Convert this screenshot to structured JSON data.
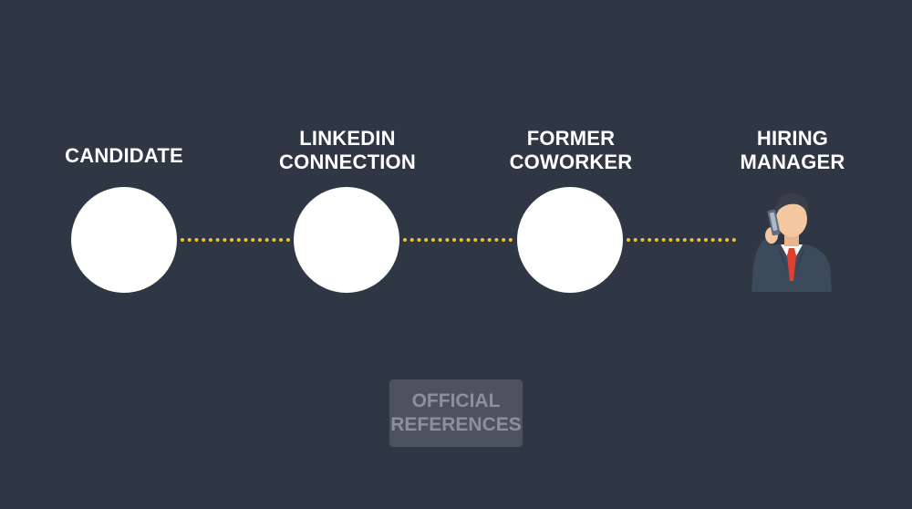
{
  "nodes": [
    {
      "lines": [
        "CANDIDATE"
      ]
    },
    {
      "lines": [
        "LINKEDIN",
        "CONNECTION"
      ]
    },
    {
      "lines": [
        "FORMER",
        "COWORKER"
      ]
    },
    {
      "lines": [
        "HIRING",
        "MANAGER"
      ],
      "icon": "businessman-phone-icon"
    }
  ],
  "badge": {
    "lines": [
      "OFFICIAL",
      "REFERENCES"
    ]
  },
  "colors": {
    "background": "#2f3744",
    "connector": "#f1c232",
    "node": "#ffffff",
    "badge_bg": "#4c535e",
    "badge_text": "#8b9099"
  }
}
